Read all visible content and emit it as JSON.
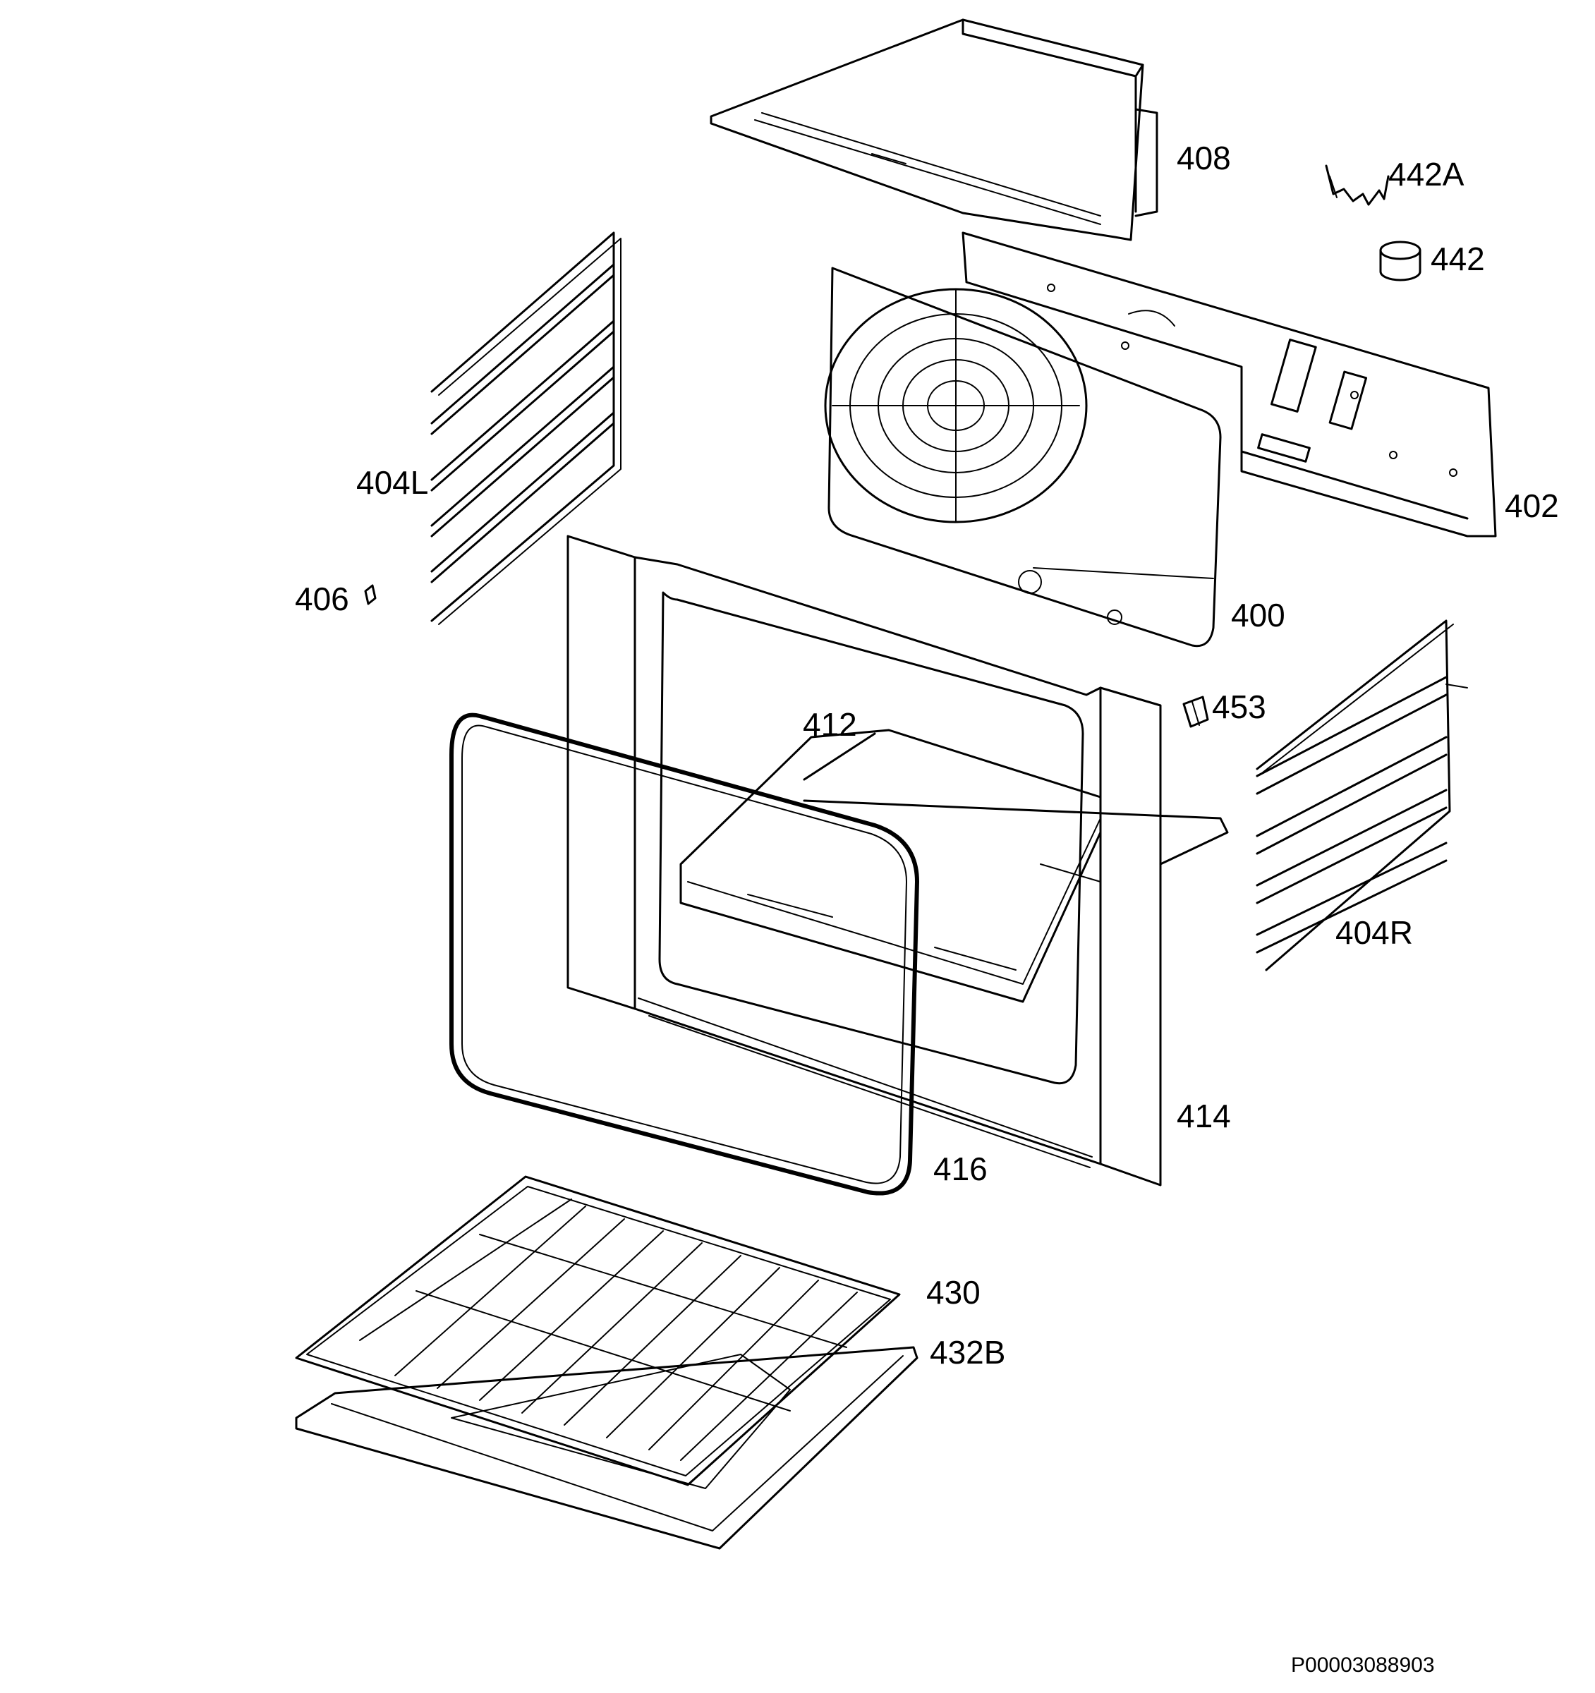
{
  "labels": {
    "p408": "408",
    "p442A": "442A",
    "p442": "442",
    "p404L": "404L",
    "p402": "402",
    "p406": "406",
    "p400": "400",
    "p453": "453",
    "p412": "412",
    "p404R": "404R",
    "p414": "414",
    "p416": "416",
    "p430": "430",
    "p432B": "432B"
  },
  "document_id": "P00003088903"
}
